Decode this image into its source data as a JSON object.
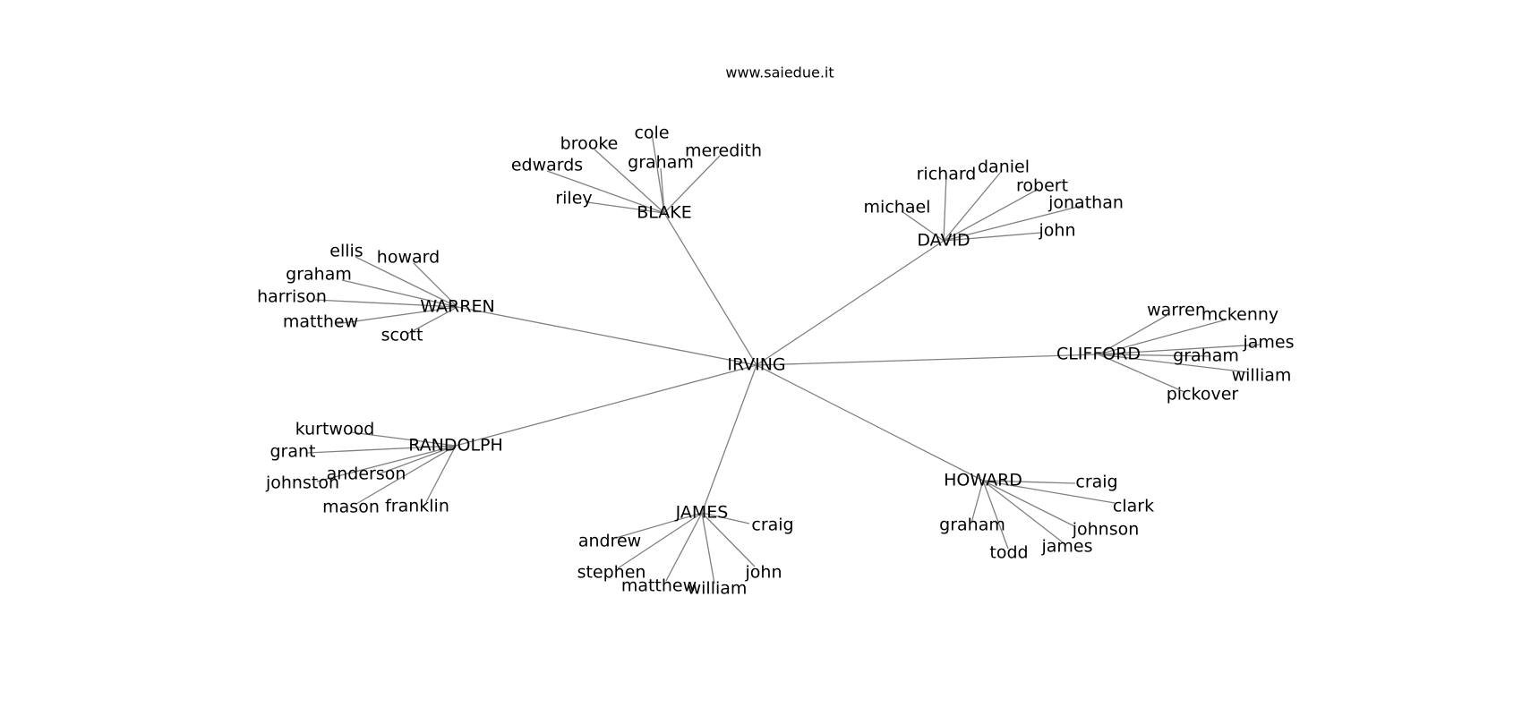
{
  "header": {
    "title": "www.saiedue.it"
  },
  "colors": {
    "edge": "#808080",
    "text": "#000000",
    "background": "#ffffff"
  },
  "tree": {
    "root": "IRVING",
    "branches": [
      {
        "name": "BLAKE",
        "children": [
          "cole",
          "brooke",
          "graham",
          "meredith",
          "edwards",
          "riley"
        ]
      },
      {
        "name": "DAVID",
        "children": [
          "richard",
          "daniel",
          "robert",
          "jonathan",
          "michael",
          "john"
        ]
      },
      {
        "name": "WARREN",
        "children": [
          "ellis",
          "howard",
          "graham",
          "harrison",
          "matthew",
          "scott"
        ]
      },
      {
        "name": "CLIFFORD",
        "children": [
          "warren",
          "mckenny",
          "james",
          "graham",
          "william",
          "pickover"
        ]
      },
      {
        "name": "RANDOLPH",
        "children": [
          "kurtwood",
          "grant",
          "anderson",
          "johnston",
          "mason",
          "franklin"
        ]
      },
      {
        "name": "JAMES",
        "children": [
          "craig",
          "andrew",
          "stephen",
          "matthew",
          "william",
          "john"
        ]
      },
      {
        "name": "HOWARD",
        "children": [
          "craig",
          "clark",
          "graham",
          "johnson",
          "todd",
          "james"
        ]
      }
    ]
  }
}
